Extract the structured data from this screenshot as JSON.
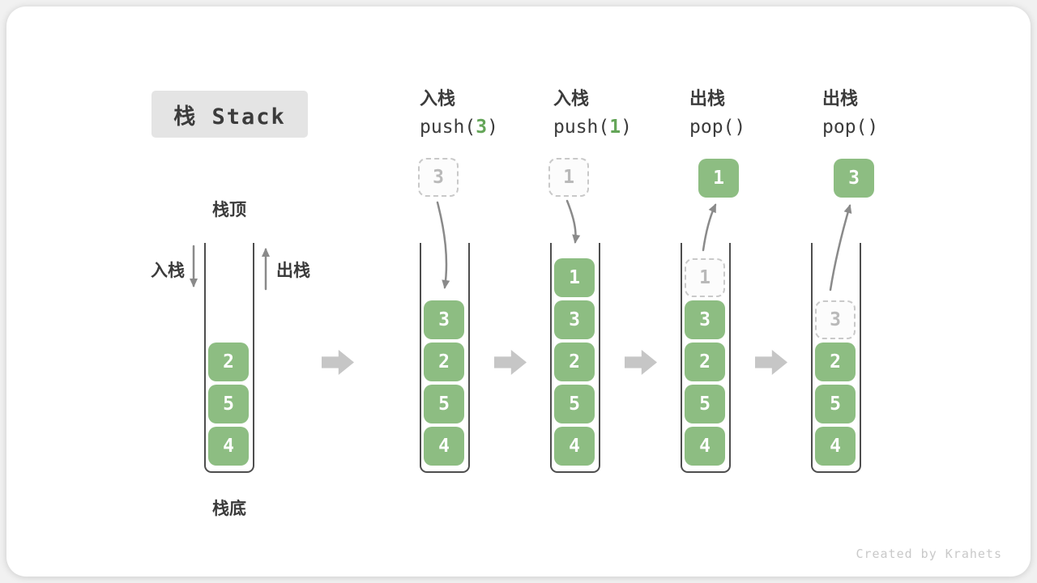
{
  "title": "栈 Stack",
  "watermark": "Created by Krahets",
  "initial_stack": {
    "top_label": "栈顶",
    "bottom_label": "栈底",
    "push_label": "入栈",
    "pop_label": "出栈"
  },
  "steps": [
    {
      "op": "入栈",
      "code_prefix": "push(",
      "arg": "3",
      "code_suffix": ")",
      "float_value": "3",
      "float_type": "ghost"
    },
    {
      "op": "入栈",
      "code_prefix": "push(",
      "arg": "1",
      "code_suffix": ")",
      "float_value": "1",
      "float_type": "ghost"
    },
    {
      "op": "出栈",
      "code_prefix": "pop(",
      "arg": "",
      "code_suffix": ")",
      "float_value": "1",
      "float_type": "solid"
    },
    {
      "op": "出栈",
      "code_prefix": "pop(",
      "arg": "",
      "code_suffix": ")",
      "float_value": "3",
      "float_type": "solid"
    }
  ],
  "stacks": [
    {
      "cells": [
        {
          "value": "2",
          "type": "solid",
          "slot": 2
        },
        {
          "value": "5",
          "type": "solid",
          "slot": 3
        },
        {
          "value": "4",
          "type": "solid",
          "slot": 4
        }
      ]
    },
    {
      "cells": [
        {
          "value": "3",
          "type": "solid",
          "slot": 1
        },
        {
          "value": "2",
          "type": "solid",
          "slot": 2
        },
        {
          "value": "5",
          "type": "solid",
          "slot": 3
        },
        {
          "value": "4",
          "type": "solid",
          "slot": 4
        }
      ]
    },
    {
      "cells": [
        {
          "value": "1",
          "type": "solid",
          "slot": 0
        },
        {
          "value": "3",
          "type": "solid",
          "slot": 1
        },
        {
          "value": "2",
          "type": "solid",
          "slot": 2
        },
        {
          "value": "5",
          "type": "solid",
          "slot": 3
        },
        {
          "value": "4",
          "type": "solid",
          "slot": 4
        }
      ]
    },
    {
      "cells": [
        {
          "value": "1",
          "type": "ghost",
          "slot": 0
        },
        {
          "value": "3",
          "type": "solid",
          "slot": 1
        },
        {
          "value": "2",
          "type": "solid",
          "slot": 2
        },
        {
          "value": "5",
          "type": "solid",
          "slot": 3
        },
        {
          "value": "4",
          "type": "solid",
          "slot": 4
        }
      ]
    },
    {
      "cells": [
        {
          "value": "3",
          "type": "ghost",
          "slot": 1
        },
        {
          "value": "2",
          "type": "solid",
          "slot": 2
        },
        {
          "value": "5",
          "type": "solid",
          "slot": 3
        },
        {
          "value": "4",
          "type": "solid",
          "slot": 4
        }
      ]
    }
  ],
  "colors": {
    "cell_green": "#8dbd82",
    "arg_green": "#64a558",
    "text_dark": "#3b3b3b",
    "ghost_border": "#c9c9c9",
    "ghost_text": "#b9b9b9",
    "arrow_gray": "#8a8a8a",
    "separator_gray": "#c6c6c6",
    "wall_gray": "#4e4e4e",
    "title_bg": "#e4e4e4",
    "watermark_gray": "#c9c9c9"
  }
}
